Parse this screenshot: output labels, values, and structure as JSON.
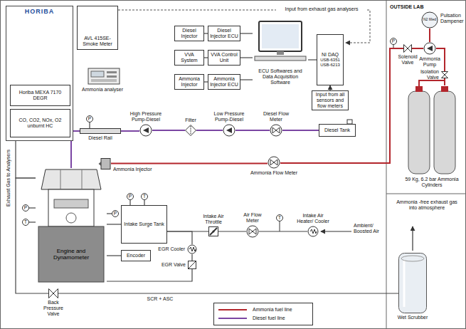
{
  "diagram": {
    "nodes": [
      {
        "text": [
          "HORIBA"
        ]
      },
      {
        "text": [
          "Horiba MEXA 7170 DEGR"
        ],
        "in": 0
      },
      {
        "text": [
          "CO, CO2, NOx, O2 unburnt HC"
        ],
        "in": 0
      },
      {
        "text": [
          "AVL 415SE- Smoke Meter"
        ]
      },
      {
        "text": [
          "Diesel Injector"
        ]
      },
      {
        "text": [
          "Diesel Injector ECU"
        ]
      },
      {
        "text": [
          "VVA System"
        ]
      },
      {
        "text": [
          "VVA Control Unit"
        ]
      },
      {
        "text": [
          "Ammonia Injector"
        ]
      },
      {
        "text": [
          "Ammonia Injector ECU"
        ]
      },
      {
        "text": [
          "ECU Softwares and Data Acquisition Software"
        ]
      },
      {
        "text": [
          "NI DAQ",
          "USB-6351 USB-6213"
        ]
      },
      {
        "text": [
          "Input from all sensors and flow meters"
        ]
      },
      {
        "text": [
          "High Pressure Pump-Diesel"
        ]
      },
      {
        "text": [
          "Filter"
        ]
      },
      {
        "text": [
          "Low Pressure Pump-Diesel"
        ]
      },
      {
        "text": [
          "Diesel Flow Meter"
        ]
      },
      {
        "text": [
          "Diesel Tank"
        ]
      },
      {
        "text": [
          "P"
        ]
      },
      {
        "text": [
          "Diesel Rail"
        ]
      },
      {
        "text": [
          "Ammonia Injector"
        ]
      },
      {
        "text": [
          "Ammonia Flow Meter"
        ]
      },
      {
        "text": [
          "P"
        ]
      },
      {
        "text": [
          "T"
        ]
      },
      {
        "text": [
          "Engine and Dynamometer"
        ]
      },
      {
        "text": [
          "P"
        ]
      },
      {
        "text": [
          "P"
        ]
      },
      {
        "text": [
          "T"
        ]
      },
      {
        "text": [
          "Intake Surge Tank"
        ]
      },
      {
        "text": [
          "Intake Air Throttle"
        ]
      },
      {
        "text": [
          "Air Flow Meter"
        ]
      },
      {
        "text": [
          "T"
        ]
      },
      {
        "text": [
          "Intake Air Heater/ Cooler"
        ]
      },
      {
        "text": [
          "EGR Cooler"
        ]
      },
      {
        "text": [
          "EGR Valve"
        ]
      },
      {
        "text": [
          "Encoder"
        ]
      },
      {
        "text": [
          "Back Pressure Valve"
        ]
      },
      {
        "text": [
          "P"
        ]
      },
      {
        "text": [
          "Pulsation Dampener",
          "N2 filled"
        ]
      },
      {
        "text": [
          "Solenoid Valve"
        ]
      },
      {
        "text": [
          "Ammonia Pump"
        ]
      },
      {
        "text": [
          "Isolation Valve"
        ]
      },
      {
        "text": [
          "59 Kg, 6.2 bar Ammonia Cylinders"
        ]
      },
      {
        "text": [
          "Wet Scrubber"
        ]
      }
    ],
    "edges": [
      {
        "from": 24,
        "to": 0,
        "arrow": "none"
      },
      {
        "from": 24,
        "to": 36,
        "arrow": "none"
      },
      {
        "from": 36,
        "to": 43,
        "arrow": "none"
      },
      {
        "from": 4,
        "to": 5,
        "arrow": "none"
      },
      {
        "from": 6,
        "to": 7,
        "arrow": "none"
      },
      {
        "from": 8,
        "to": 9,
        "arrow": "none"
      },
      {
        "from": 5,
        "to": 10,
        "arrow": "none"
      },
      {
        "from": 7,
        "to": 10,
        "arrow": "none"
      },
      {
        "from": 9,
        "to": 10,
        "arrow": "none"
      },
      {
        "from": 10,
        "to": 11,
        "arrow": "none"
      },
      {
        "from": 12,
        "to": 11,
        "arrow": "to"
      },
      {
        "from": 17,
        "to": 16,
        "arrow": "none"
      },
      {
        "from": 16,
        "to": 15,
        "arrow": "none"
      },
      {
        "from": 15,
        "to": 14,
        "arrow": "none"
      },
      {
        "from": 14,
        "to": 13,
        "arrow": "none"
      },
      {
        "from": 13,
        "to": 19,
        "arrow": "none"
      },
      {
        "from": 19,
        "to": 24,
        "arrow": "none"
      },
      {
        "from": 18,
        "to": 19,
        "arrow": "none"
      },
      {
        "from": 42,
        "to": 41,
        "arrow": "none"
      },
      {
        "from": 41,
        "to": 40,
        "arrow": "none"
      },
      {
        "from": 38,
        "to": 40,
        "arrow": "none"
      },
      {
        "from": 40,
        "to": 39,
        "arrow": "none"
      },
      {
        "from": 39,
        "to": 21,
        "arrow": "none"
      },
      {
        "from": 21,
        "to": 20,
        "arrow": "none"
      },
      {
        "from": 32,
        "to": 30,
        "arrow": "none"
      },
      {
        "from": 30,
        "to": 29,
        "arrow": "none"
      },
      {
        "from": 29,
        "to": 28,
        "arrow": "none"
      },
      {
        "from": 28,
        "to": 24,
        "arrow": "none"
      },
      {
        "from": 34,
        "to": 33,
        "arrow": "none"
      },
      {
        "from": 33,
        "to": 28,
        "arrow": "none"
      },
      {
        "from": 34,
        "to": 24,
        "arrow": "none"
      },
      {
        "from": 24,
        "to": 35,
        "arrow": "none"
      },
      {
        "from": 22,
        "to": 24,
        "arrow": "none"
      },
      {
        "from": 23,
        "to": 24,
        "arrow": "none"
      },
      {
        "from": 25,
        "to": 24,
        "arrow": "none"
      },
      {
        "from": 26,
        "to": 28,
        "arrow": "none"
      },
      {
        "from": 27,
        "to": 28,
        "arrow": "none"
      }
    ],
    "labels": [
      "Input from exhaust gas analysers",
      "Ammonia analyser",
      "Exhaust Gas to Analysers",
      "OUTSIDE LAB",
      "Ambient/ Boosted Air",
      "SCR + ASC",
      "Ammonia -free exhaust gas into atmosphere"
    ],
    "legend": [
      {
        "text": "Ammonia fuel line",
        "color": "#b3262c"
      },
      {
        "text": "Diesel fuel line",
        "color": "#7b46a3"
      }
    ]
  }
}
